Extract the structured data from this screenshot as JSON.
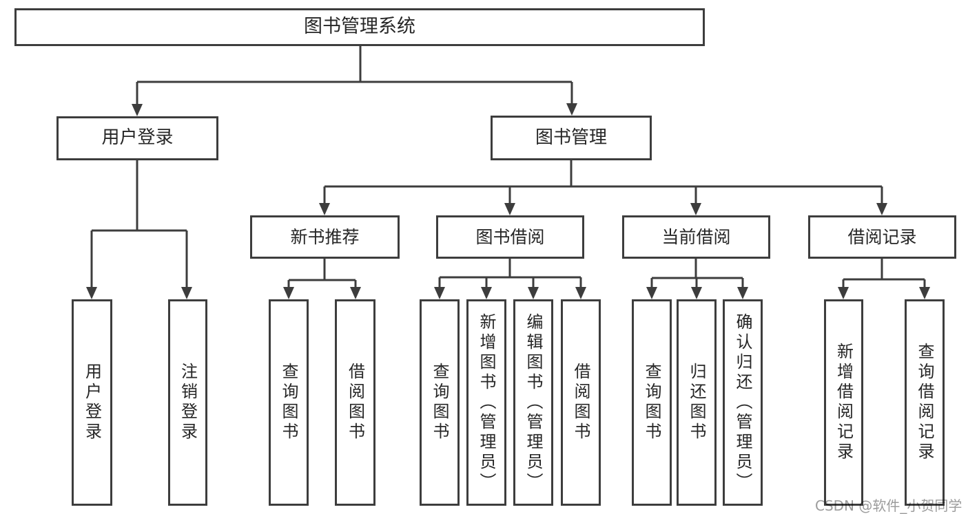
{
  "diagram": {
    "type": "hierarchy-flowchart",
    "root": {
      "label": "图书管理系统"
    },
    "level2": [
      {
        "id": "user-login",
        "label": "用户登录"
      },
      {
        "id": "book-management",
        "label": "图书管理"
      }
    ],
    "level3": [
      {
        "id": "new-book-recommend",
        "parent": "图书管理",
        "label": "新书推荐"
      },
      {
        "id": "book-borrowing",
        "parent": "图书管理",
        "label": "图书借阅"
      },
      {
        "id": "current-borrowing",
        "parent": "图书管理",
        "label": "当前借阅"
      },
      {
        "id": "borrowing-records",
        "parent": "图书管理",
        "label": "借阅记录"
      }
    ],
    "leaves": [
      {
        "parent": "用户登录",
        "label": "用户登录"
      },
      {
        "parent": "用户登录",
        "label": "注销登录"
      },
      {
        "parent": "新书推荐",
        "label": "查询图书"
      },
      {
        "parent": "新书推荐",
        "label": "借阅图书"
      },
      {
        "parent": "图书借阅",
        "label": "查询图书"
      },
      {
        "parent": "图书借阅",
        "label": "新增图书（管理员）"
      },
      {
        "parent": "图书借阅",
        "label": "编辑图书（管理员）"
      },
      {
        "parent": "图书借阅",
        "label": "借阅图书"
      },
      {
        "parent": "当前借阅",
        "label": "查询图书"
      },
      {
        "parent": "当前借阅",
        "label": "归还图书"
      },
      {
        "parent": "当前借阅",
        "label": "确认归还（管理员）"
      },
      {
        "parent": "借阅记录",
        "label": "新增借阅记录"
      },
      {
        "parent": "借阅记录",
        "label": "查询借阅记录"
      }
    ]
  },
  "watermark": "CSDN @软件_小贺同学",
  "colors": {
    "line": "#3d3d3d",
    "text": "#262626",
    "watermark": "#9c9c9c",
    "background": "#ffffff"
  }
}
